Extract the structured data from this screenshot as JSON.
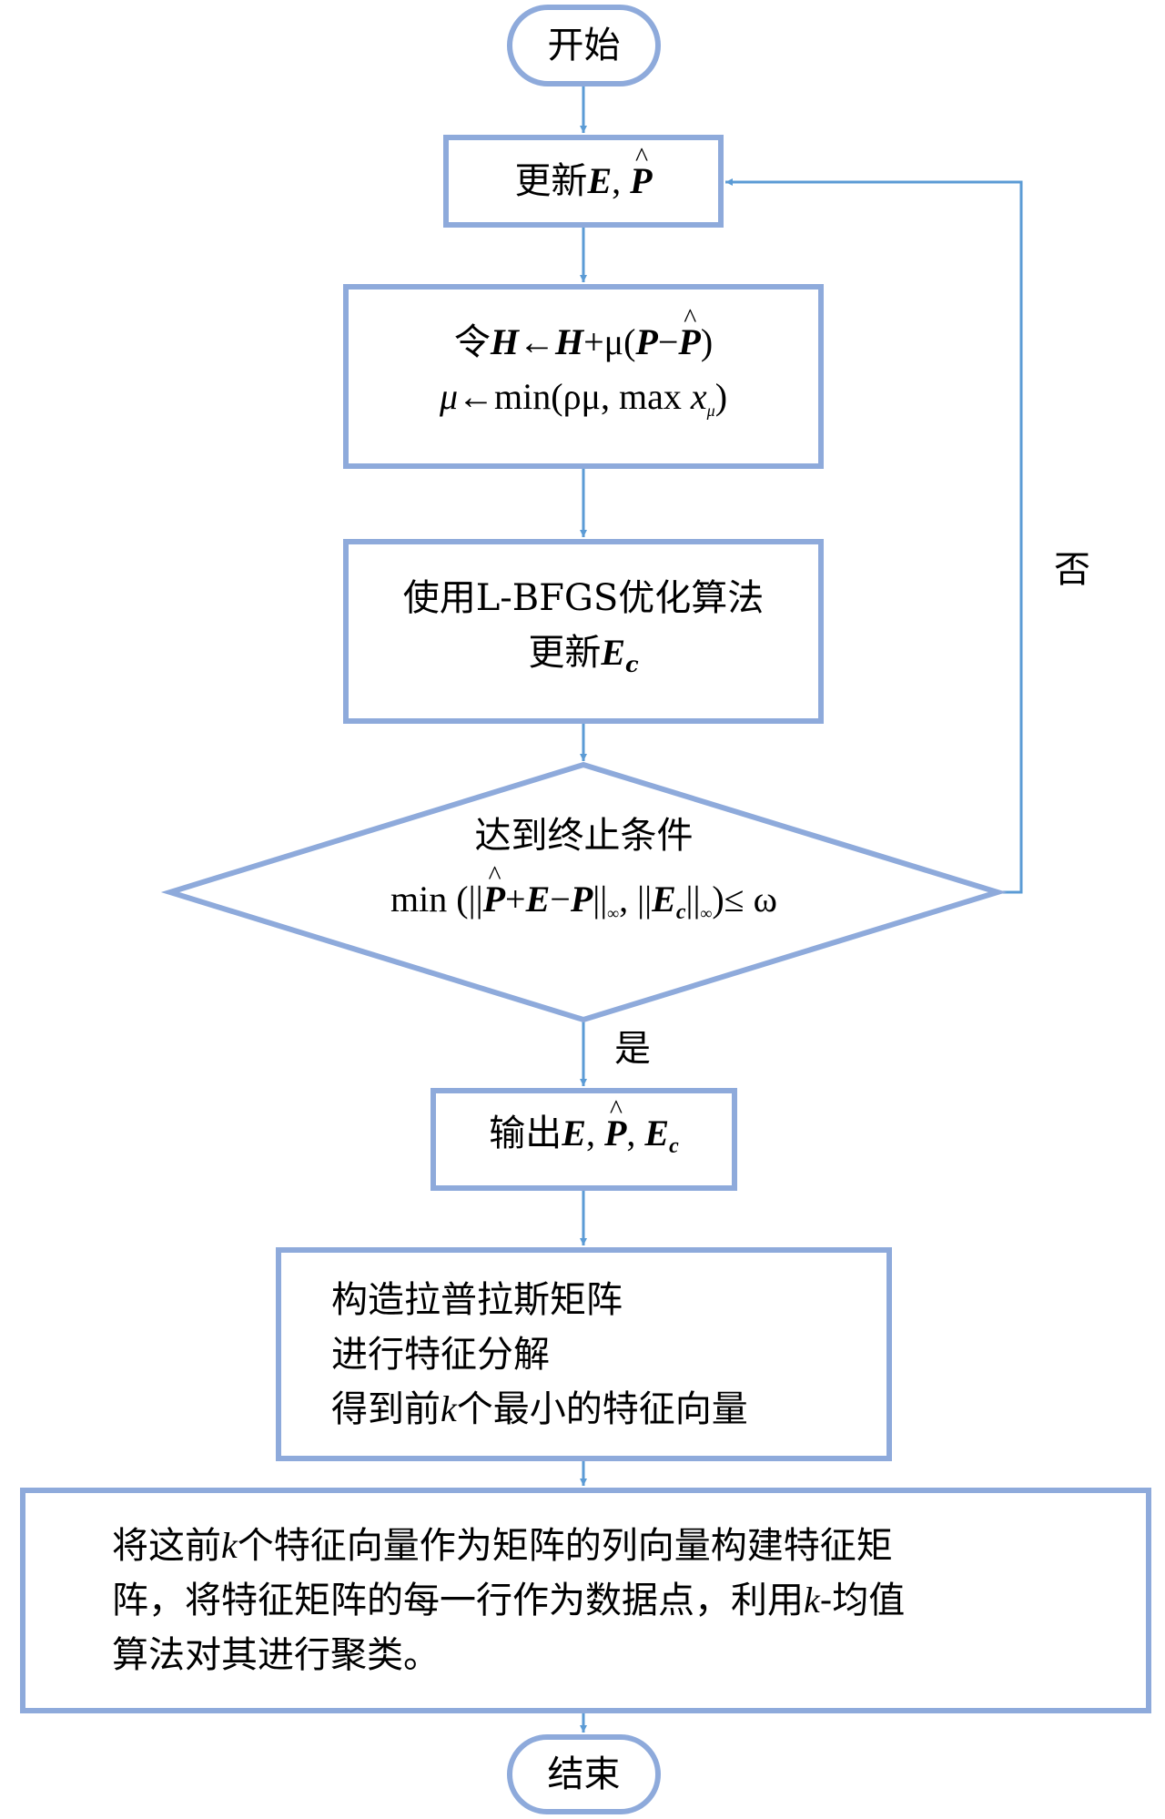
{
  "colors": {
    "node_border": "#8EAADB",
    "connector": "#5B9BD5",
    "text": "#000000"
  },
  "start": {
    "label": "开始"
  },
  "update_e_p": {
    "prefix": "更新",
    "e": "E",
    "sep": ", ",
    "p": "P"
  },
  "update_h": {
    "line1": {
      "prefix": "令",
      "h1": "H",
      "arrow": "←",
      "h2": "H",
      "plus": "+μ(",
      "p": "P",
      "minus": "−",
      "phat": "P",
      "close": ")"
    },
    "line2": {
      "mu": "μ",
      "arrow": "←",
      "body": "min(ρμ, max ",
      "x": "x",
      "sub": "μ",
      "close": ")"
    }
  },
  "lbfgs": {
    "line1": "使用L-BFGS优化算法",
    "line2_prefix": "更新",
    "e": "E",
    "sub": "c"
  },
  "decision": {
    "line1": "达到终止条件",
    "line2": {
      "pre": "min (||",
      "phat": "P",
      "plus": "+",
      "e": "E",
      "minus": "−",
      "p": "P",
      "norm1": "||",
      "inf1": "∞",
      "mid": ", ||",
      "ec": "E",
      "ec_sub": "c",
      "norm2": "||",
      "inf2": "∞",
      "post": ")≤ ω"
    },
    "yes_label": "是",
    "no_label": "否"
  },
  "output": {
    "prefix": "输出",
    "e": "E",
    "sep1": ", ",
    "p": "P",
    "sep2": ", ",
    "ec": "E",
    "ec_sub": "c"
  },
  "laplacian": {
    "line1": "构造拉普拉斯矩阵",
    "line2": "进行特征分解",
    "line3_pre": "得到前",
    "k": "k",
    "line3_post": "个最小的特征向量"
  },
  "cluster": {
    "line1_pre": "将这前",
    "k1": "k",
    "line1_post": "个特征向量作为矩阵的列向量构建特征矩",
    "line2_pre": "阵，将特征矩阵的每一行作为数据点，利用",
    "k2": "k",
    "line2_post": "-均值",
    "line3": "算法对其进行聚类。"
  },
  "end": {
    "label": "结束"
  }
}
